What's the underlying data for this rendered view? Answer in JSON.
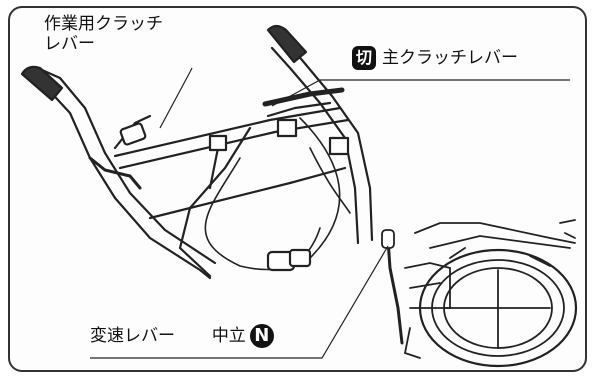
{
  "labels": {
    "work_clutch_lever_line1": "作業用クラッチ",
    "work_clutch_lever_line2": "レバー",
    "main_clutch_badge": "切",
    "main_clutch_lever": "主クラッチレバー",
    "shift_lever": "変速レバー",
    "neutral": "中立",
    "neutral_badge": "N"
  }
}
